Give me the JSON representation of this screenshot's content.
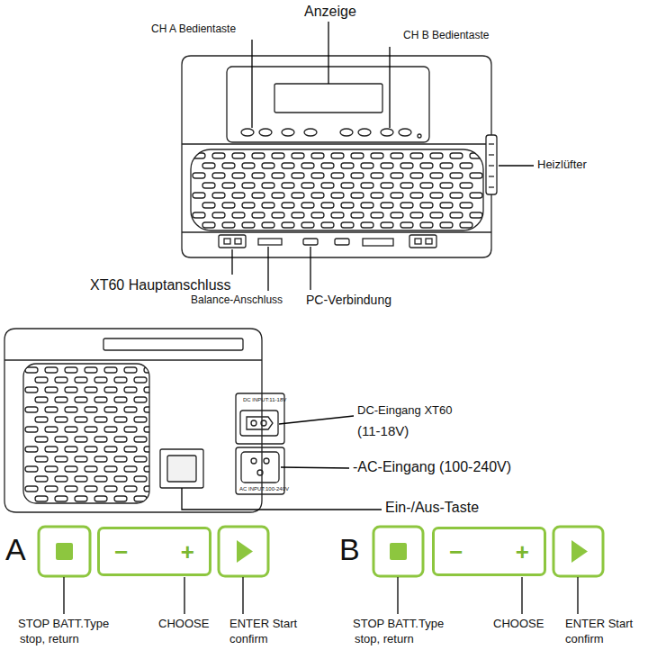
{
  "diagram": {
    "nodes": [
      {
        "text": [
          "−",
          "+"
        ]
      },
      {
        "text": [
          "−",
          "+"
        ]
      }
    ],
    "edges": [],
    "labels": [
      "Anzeige",
      "CH A Bedientaste",
      "CH B Bedientaste",
      "Heizlüfter",
      "XT60 Hauptanschluss",
      "Balance-Anschluss",
      "PC-Verbindung",
      "DC INPUT:11-18V",
      "AC INPUT:100-240V",
      "DC-Eingang XT60",
      "(11-18V)",
      "-AC-Eingang (100-240V)",
      "Ein-/Aus-Taste",
      "A",
      "B",
      "STOP BATT.Type",
      "stop, return",
      "CHOOSE",
      "ENTER Start",
      "confirm",
      "STOP BATT.Type",
      "stop, return",
      "CHOOSE",
      "ENTER Start",
      "confirm"
    ]
  }
}
